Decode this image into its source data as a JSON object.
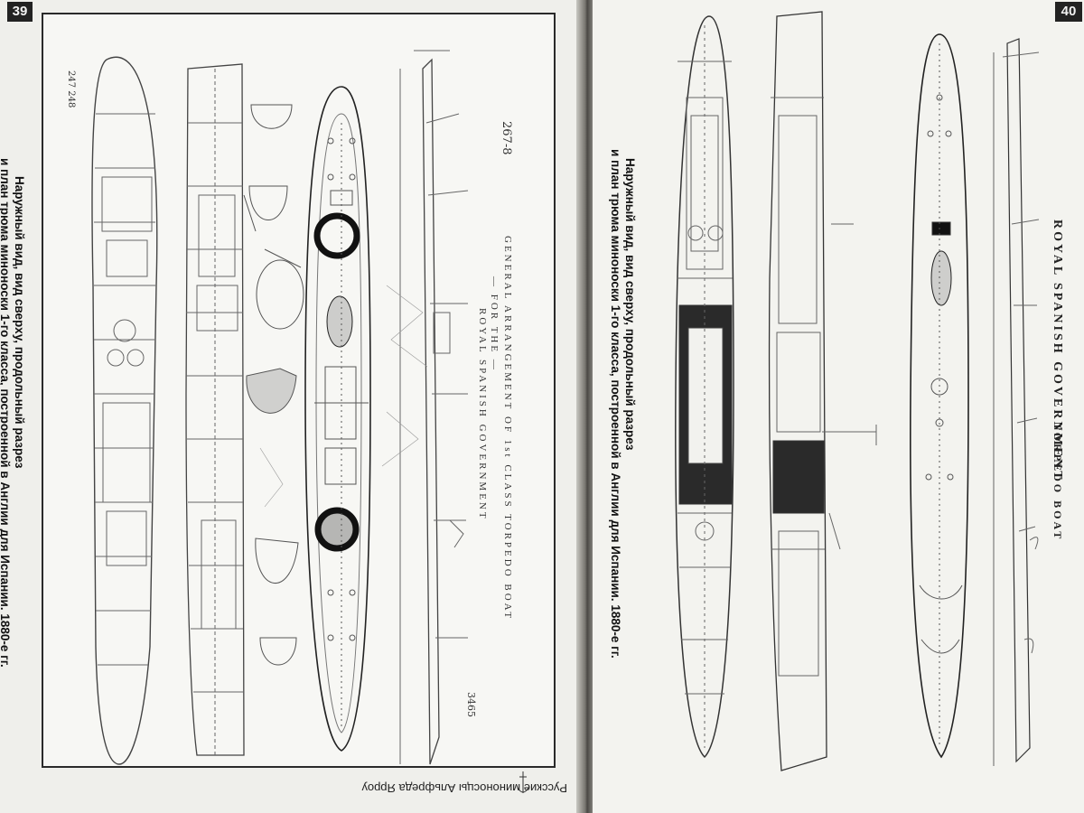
{
  "left_page": {
    "page_number": "39",
    "running_header": "Русские миноносцы Альфреда Ярроу",
    "caption_line1": "Наружный вид, вид сверху, продольный разрез",
    "caption_line2": "и план трюма миноноски 1-го класса, построенной в Англии для Испании. 1880-е гг.",
    "drawing_title_line1": "GENERAL ARRANGEMENT OF 1st CLASS TORPEDO BOAT",
    "drawing_title_line2": "— FOR THE —",
    "drawing_title_line3": "ROYAL SPANISH GOVERNMENT",
    "handwritten_mark": "267-8",
    "drawing_number": "3465",
    "corner_mark": "247 248"
  },
  "right_page": {
    "page_number": "40",
    "caption_line1": "Наружный вид, вид сверху, продольный разрез",
    "caption_line2": "и план трюма миноноски 1-го класса, построенной в Англии для Испании. 1880-е гг.",
    "drawing_title": "ROYAL SPANISH GOVERNMENT",
    "drawing_title_top": "TORPEDO BOAT"
  }
}
